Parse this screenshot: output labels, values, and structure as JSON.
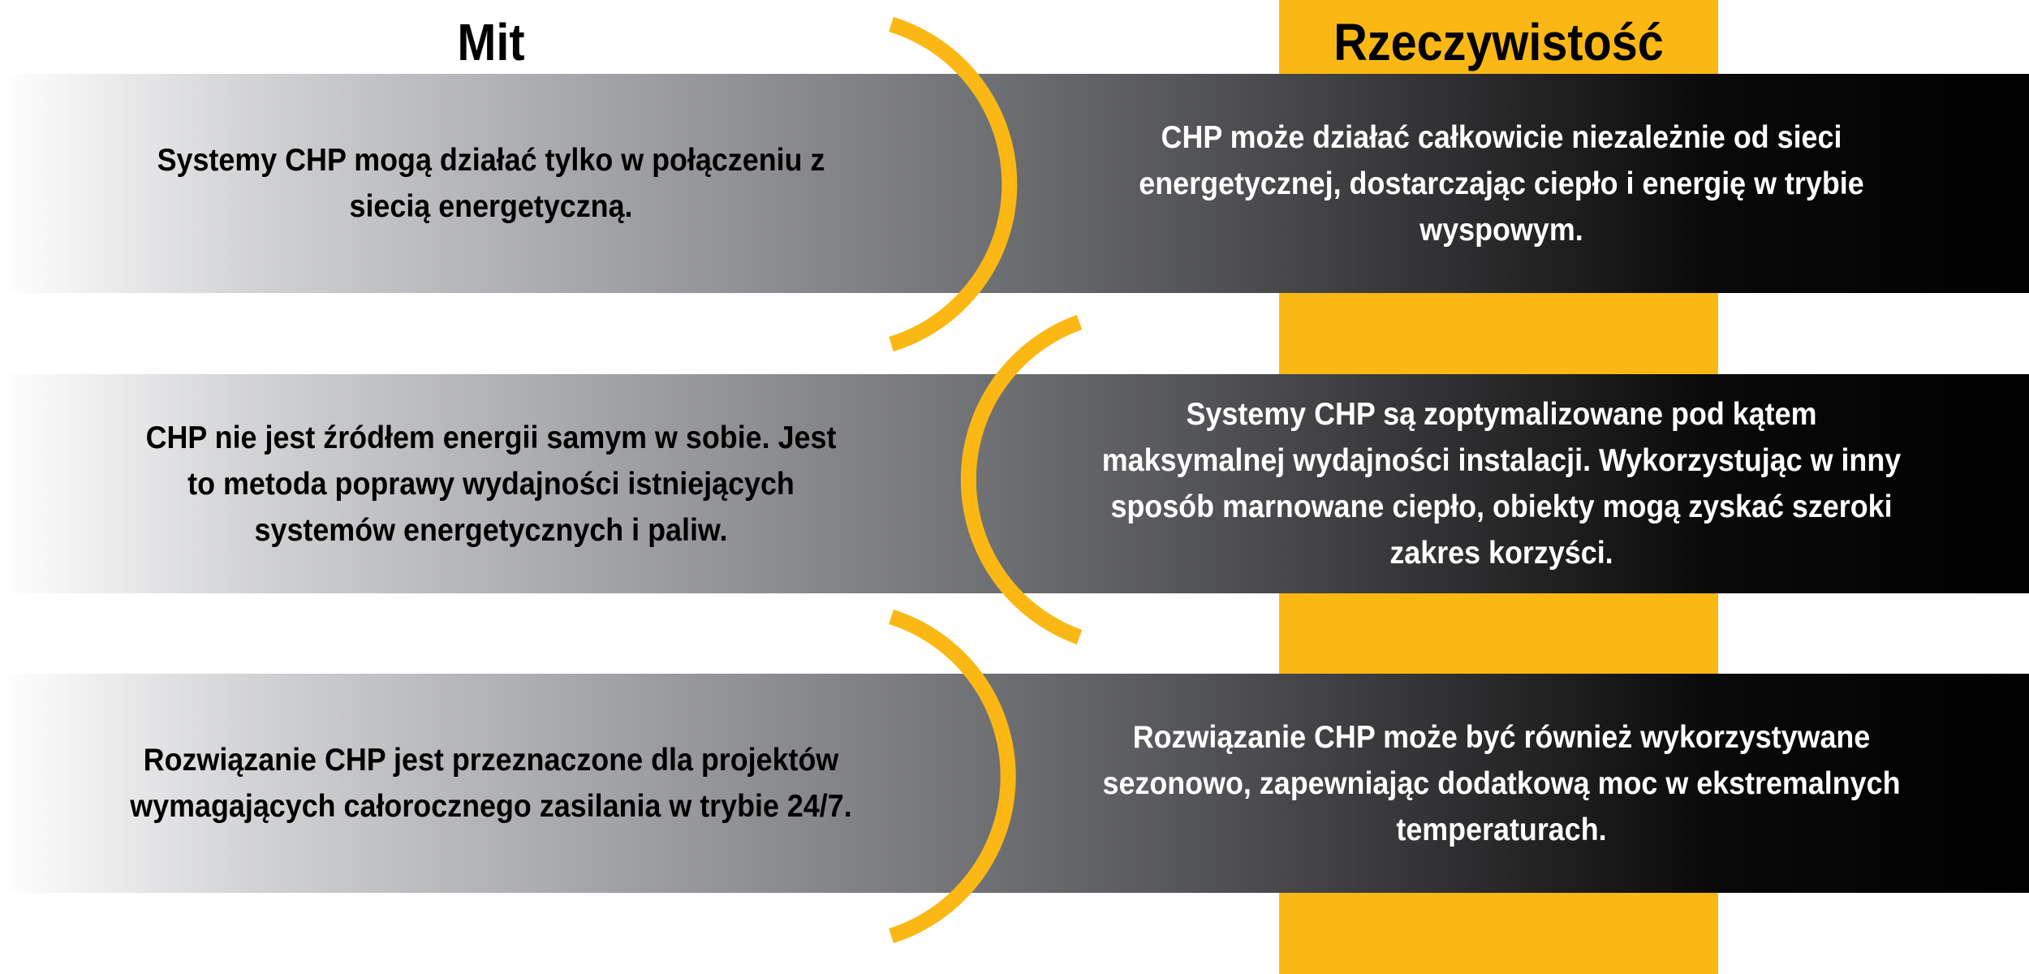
{
  "headers": {
    "myth": "Mit",
    "reality": "Rzeczywistość"
  },
  "rows": [
    {
      "myth": "Systemy CHP mogą działać tylko w połączeniu z siecią energetyczną.",
      "reality": "CHP może działać całkowicie niezależnie od sieci energetycznej, dostarczając ciepło i energię w trybie wyspowym."
    },
    {
      "myth": "CHP nie jest źródłem energii samym w sobie. Jest to metoda poprawy wydajności istniejących systemów energetycznych i paliw.",
      "reality": "Systemy CHP są zoptymalizowane pod kątem maksymalnej wydajności instalacji. Wykorzystując w inny sposób marnowane ciepło, obiekty mogą zyskać szeroki zakres korzyści."
    },
    {
      "myth": "Rozwiązanie CHP jest przeznaczone dla projektów wymagających całorocznego zasilania w trybie 24/7.",
      "reality": "Rozwiązanie CHP może być również wykorzystywane sezonowo, zapewniając dodatkową moc w ekstremalnych temperaturach."
    }
  ],
  "colors": {
    "accent": "#fbb815",
    "band_dark": "#000000",
    "band_light": "#ffffff"
  }
}
